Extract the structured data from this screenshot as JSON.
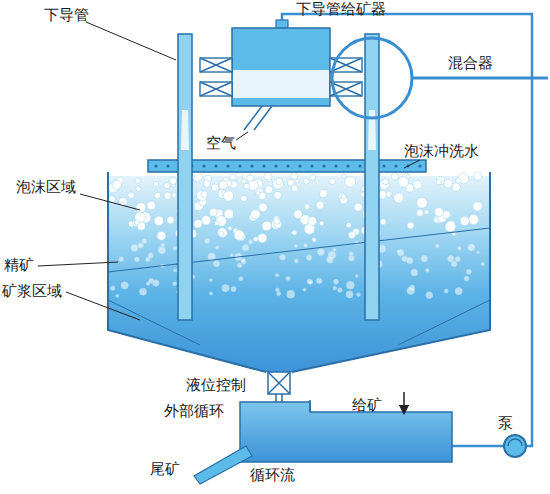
{
  "diagram": {
    "labels": [
      "下导管",
      "下导管给矿器",
      "混合器",
      "泡沫区域",
      "空气",
      "泡沫冲洗水",
      "精矿",
      "矿浆区域",
      "液位控制",
      "外部循环",
      "给矿",
      "泵",
      "尾矿",
      "循环流"
    ]
  }
}
